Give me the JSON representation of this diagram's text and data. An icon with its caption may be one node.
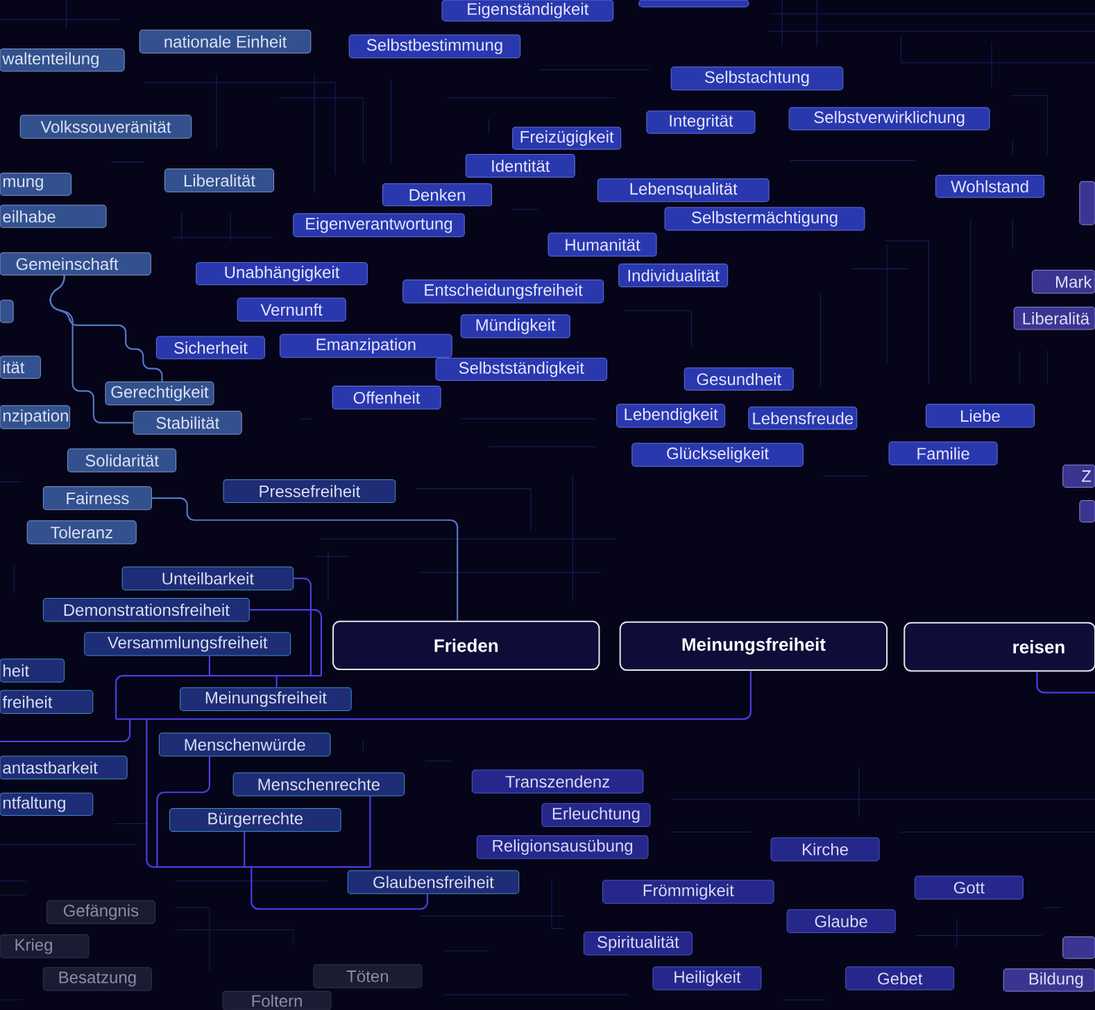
{
  "diagram": {
    "nodes": [
      {
        "text": [
          "Eigenständigkeit"
        ]
      },
      {
        "text": [],
        "shape": "box"
      },
      {
        "text": [
          "nationale Einheit"
        ]
      },
      {
        "text": [
          "Selbstbestimmung"
        ]
      },
      {
        "text": [
          "waltenteilung"
        ]
      },
      {
        "text": [
          "Selbstachtung"
        ]
      },
      {
        "text": [
          "Selbstverwirklichung"
        ]
      },
      {
        "text": [
          "Integrität"
        ]
      },
      {
        "text": [
          "Volkssouveränität"
        ]
      },
      {
        "text": [
          "Freizügigkeit"
        ]
      },
      {
        "text": [
          "Identität"
        ]
      },
      {
        "text": [
          "Liberalität"
        ]
      },
      {
        "text": [
          "mung"
        ]
      },
      {
        "text": [
          "Wohlstand"
        ]
      },
      {
        "text": [
          "Lebensqualität"
        ]
      },
      {
        "text": [],
        "shape": "box"
      },
      {
        "text": [
          "Denken"
        ]
      },
      {
        "text": [
          "eilhabe"
        ]
      },
      {
        "text": [
          "Selbstermächtigung"
        ]
      },
      {
        "text": [
          "Eigenverantwortung"
        ]
      },
      {
        "text": [
          "Humanität"
        ]
      },
      {
        "text": [
          "Gemeinschaft"
        ]
      },
      {
        "text": [
          "Unabhängigkeit"
        ]
      },
      {
        "text": [
          "Individualität"
        ]
      },
      {
        "text": [
          "Mark"
        ]
      },
      {
        "text": [
          "Entscheidungsfreiheit"
        ]
      },
      {
        "text": [
          "Vernunft"
        ]
      },
      {
        "text": [],
        "shape": "box"
      },
      {
        "text": [
          "Liberalitä"
        ]
      },
      {
        "text": [
          "Mündigkeit"
        ]
      },
      {
        "text": [
          "Emanzipation"
        ]
      },
      {
        "text": [
          "Sicherheit"
        ]
      },
      {
        "text": [
          "ität"
        ]
      },
      {
        "text": [
          "Selbstständigkeit"
        ]
      },
      {
        "text": [
          "Gesundheit"
        ]
      },
      {
        "text": [
          "Gerechtigkeit"
        ]
      },
      {
        "text": [
          "Offenheit"
        ]
      },
      {
        "text": [
          "Lebendigkeit"
        ]
      },
      {
        "text": [
          "Liebe"
        ]
      },
      {
        "text": [
          "nzipation"
        ]
      },
      {
        "text": [
          "Lebensfreude"
        ]
      },
      {
        "text": [
          "Stabilität"
        ]
      },
      {
        "text": [
          "Familie"
        ]
      },
      {
        "text": [
          "Glückseligkeit"
        ]
      },
      {
        "text": [
          "Solidarität"
        ]
      },
      {
        "text": [
          "Z"
        ]
      },
      {
        "text": [
          "Pressefreiheit"
        ]
      },
      {
        "text": [
          "Fairness"
        ]
      },
      {
        "text": [],
        "shape": "box"
      },
      {
        "text": [
          "Toleranz"
        ]
      },
      {
        "text": [
          "Unteilbarkeit"
        ]
      },
      {
        "text": [
          "Demonstrationsfreiheit"
        ]
      },
      {
        "text": [
          "Frieden"
        ]
      },
      {
        "text": [
          "Meinungsfreiheit"
        ]
      },
      {
        "text": [
          "reisen"
        ]
      },
      {
        "text": [
          "Versammlungsfreiheit"
        ]
      },
      {
        "text": [
          "heit"
        ]
      },
      {
        "text": [
          "Meinungsfreiheit"
        ]
      },
      {
        "text": [
          "freiheit"
        ]
      },
      {
        "text": [
          "Menschenwürde"
        ]
      },
      {
        "text": [
          "antastbarkeit"
        ]
      },
      {
        "text": [
          "Transzendenz"
        ]
      },
      {
        "text": [
          "Menschenrechte"
        ]
      },
      {
        "text": [
          "ntfaltung"
        ]
      },
      {
        "text": [
          "Erleuchtung"
        ]
      },
      {
        "text": [
          "Bürgerrechte"
        ]
      },
      {
        "text": [
          "Religionsausübung"
        ]
      },
      {
        "text": [
          "Kirche"
        ]
      },
      {
        "text": [
          "Glaubensfreiheit"
        ]
      },
      {
        "text": [
          "Gott"
        ]
      },
      {
        "text": [
          "Frömmigkeit"
        ]
      },
      {
        "text": [
          "Gefängnis"
        ]
      },
      {
        "text": [
          "Glaube"
        ]
      },
      {
        "text": [
          "Spiritualität"
        ]
      },
      {
        "text": [
          "Krieg"
        ]
      },
      {
        "text": [],
        "shape": "box"
      },
      {
        "text": [
          "Töten"
        ]
      },
      {
        "text": [
          "Heiligkeit"
        ]
      },
      {
        "text": [
          "Gebet"
        ]
      },
      {
        "text": [
          "Besatzung"
        ]
      },
      {
        "text": [
          "Bildung"
        ]
      },
      {
        "text": [
          "Foltern"
        ]
      }
    ],
    "edges": [
      {
        "from": 47,
        "to": 52,
        "arrow": "none",
        "color": "#5577c4"
      },
      {
        "from": 21,
        "to": 35,
        "arrow": "none",
        "color": "#5577c4"
      },
      {
        "from": 21,
        "to": 41,
        "arrow": "none",
        "color": "#5577c4"
      },
      {
        "from": 50,
        "to": 53,
        "arrow": "none"
      },
      {
        "from": 51,
        "to": 53,
        "arrow": "none"
      },
      {
        "from": 55,
        "to": 53,
        "arrow": "none"
      },
      {
        "from": 57,
        "to": 53,
        "arrow": "none"
      },
      {
        "from": 59,
        "to": 53,
        "arrow": "none"
      },
      {
        "from": 62,
        "to": 53,
        "arrow": "none"
      },
      {
        "from": 65,
        "to": 53,
        "arrow": "none"
      },
      {
        "from": 68,
        "to": 53,
        "arrow": "none"
      },
      {
        "from": null,
        "to": 53,
        "arrow": "none"
      },
      {
        "from": 54,
        "to": null,
        "arrow": "none"
      }
    ]
  }
}
